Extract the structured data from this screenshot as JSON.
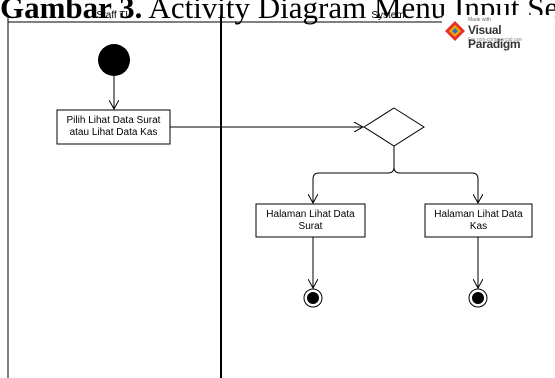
{
  "caption": {
    "prefix": "Gambar 3.",
    "text": " Activity Diagram Menu Input Se"
  },
  "lanes": [
    {
      "title": "Staff TU"
    },
    {
      "title": "System"
    }
  ],
  "nodes": {
    "choose_action": "Pilih Lihat Data Surat atau Lihat Data Kas",
    "surat_page": "Halaman Lihat Data Surat",
    "kas_page": "Halaman Lihat Data Kas"
  },
  "watermark": {
    "top_line": "Made with",
    "brand": "Visual Paradigm",
    "sub_line": "For non-commercial use",
    "colors": [
      "#e4322b",
      "#f7a600",
      "#1f78c1",
      "#3aa845"
    ]
  }
}
